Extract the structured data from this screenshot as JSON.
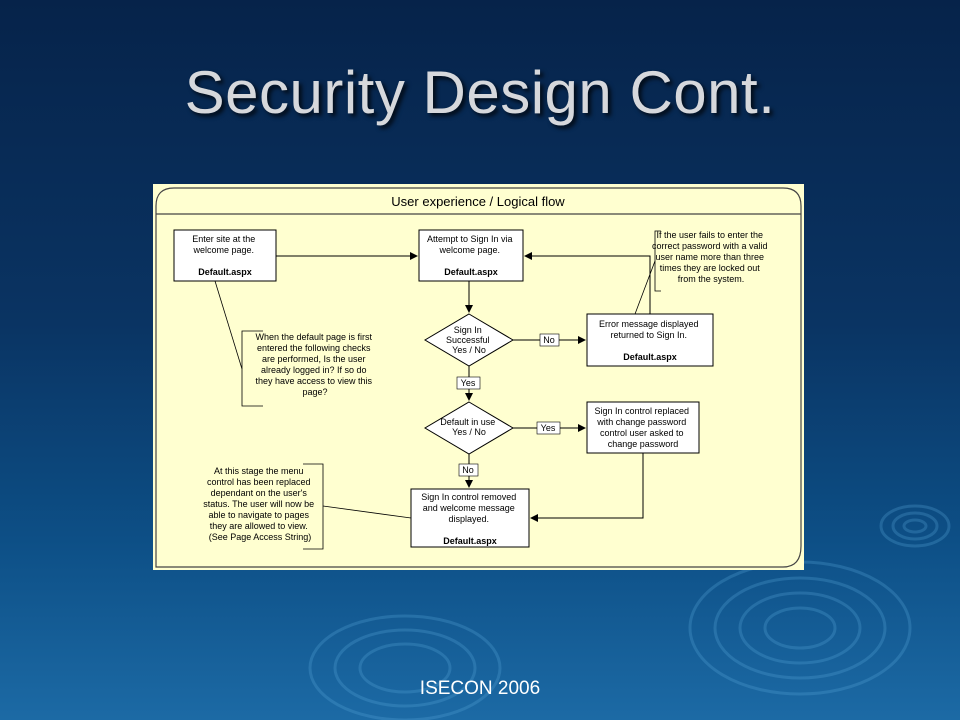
{
  "slide": {
    "title": "Security Design Cont.",
    "footer": "ISECON 2006"
  },
  "diagram": {
    "header": "User experience / Logical flow",
    "nodes": {
      "enter_site": {
        "lines": [
          "Enter site at the",
          "welcome page."
        ],
        "page": "Default.aspx"
      },
      "attempt_signin": {
        "lines": [
          "Attempt to Sign In via",
          "welcome page."
        ],
        "page": "Default.aspx"
      },
      "error_message": {
        "lines": [
          "Error message displayed",
          "returned to Sign In."
        ],
        "page": "Default.aspx"
      },
      "signin_successful": {
        "lines": [
          "Sign In",
          "Successful",
          "Yes / No"
        ]
      },
      "default_in_use": {
        "lines": [
          "Default in use",
          "Yes / No"
        ]
      },
      "change_password": {
        "lines": [
          "Sign In control replaced",
          "with change password",
          "control user asked to",
          "change password"
        ]
      },
      "control_removed": {
        "lines": [
          "Sign In control removed",
          "and welcome message",
          "displayed."
        ],
        "page": "Default.aspx"
      }
    },
    "annotations": {
      "lockout": [
        "If the user fails to enter the",
        "correct password with a valid",
        "user name more than three",
        "times they are locked out",
        "from the system."
      ],
      "default_checks": [
        "When the default page is first",
        "entered the following checks",
        "are performed, Is the user",
        "already logged in?  If so do",
        "they have access to view this",
        "page?"
      ],
      "menu_control": [
        "At this stage the menu",
        "control has been replaced",
        "dependant on the user's",
        "status.  The user will now be",
        "able to navigate to pages",
        "they are allowed to view.",
        "(See Page Access String)"
      ]
    },
    "edge_labels": {
      "success_no": "No",
      "success_yes": "Yes",
      "default_yes": "Yes",
      "default_no": "No"
    }
  }
}
